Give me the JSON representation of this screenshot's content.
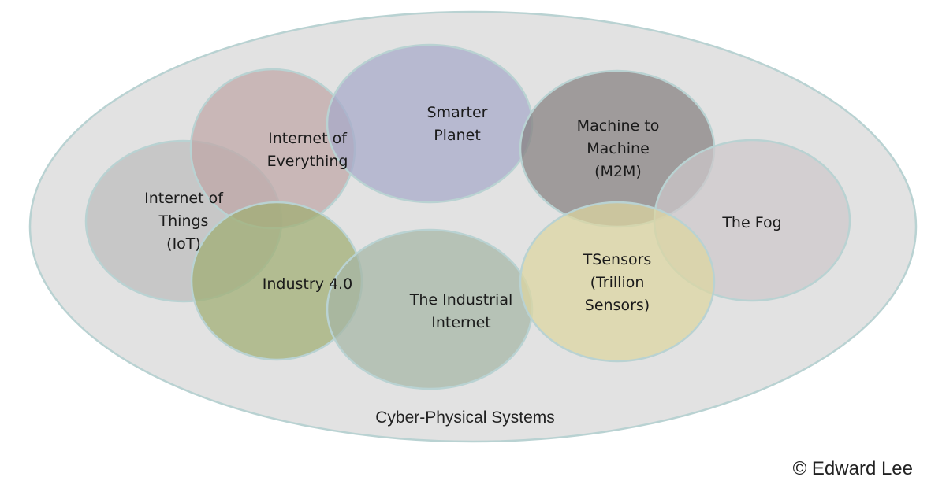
{
  "diagram": {
    "container_label": "Cyber-Physical Systems",
    "copyright": "© Edward Lee",
    "colors": {
      "container_fill": "#e2e2e2",
      "stroke": "#b9d2d2"
    },
    "circles": [
      {
        "id": "iot",
        "lines": [
          "Internet of",
          "Things",
          "(IoT)"
        ],
        "color": "#bdbdbd"
      },
      {
        "id": "ioe",
        "lines": [
          "Internet of",
          "Everything"
        ],
        "color": "#bfa6a6"
      },
      {
        "id": "smarter-planet",
        "lines": [
          "Smarter",
          "Planet"
        ],
        "color": "#a6a9c9"
      },
      {
        "id": "m2m",
        "lines": [
          "Machine to",
          "Machine",
          "(M2M)"
        ],
        "color": "#857f80"
      },
      {
        "id": "fog",
        "lines": [
          "The Fog"
        ],
        "color": "#cdc8cb"
      },
      {
        "id": "industry-4",
        "lines": [
          "Industry 4.0"
        ],
        "color": "#9fad72"
      },
      {
        "id": "industrial-internet",
        "lines": [
          "The Industrial",
          "Internet"
        ],
        "color": "#a5b6a5"
      },
      {
        "id": "tsensors",
        "lines": [
          "TSensors",
          "(Trillion",
          "Sensors)"
        ],
        "color": "#dcd6a0"
      }
    ]
  }
}
